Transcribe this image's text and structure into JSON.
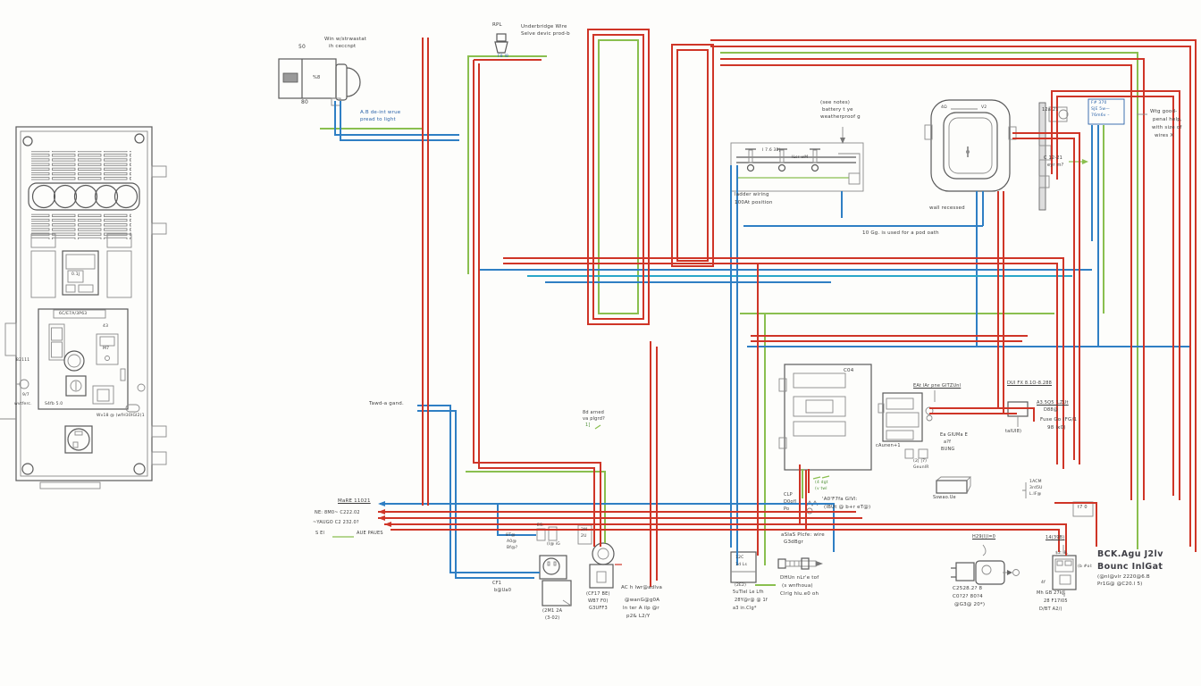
{
  "colors": {
    "bg": "#fdfdfb",
    "wire_red": "#cf3527",
    "wire_blue": "#2f7fc4",
    "wire_teal": "#2aa6c9",
    "wire_green": "#8abf4f",
    "outline": "#5a5a5a",
    "outline_light": "#8a8a8a",
    "label": "#3c3c3c",
    "label_blue": "#2a62a8",
    "label_green": "#4d8f35"
  },
  "panel": {
    "header": "6C/E7A/3P63",
    "breaker": "0.1J",
    "m43": "43",
    "m7": "M7",
    "w2111": "82111",
    "s97": "9/7",
    "wvt": "wvtferc.",
    "s4fb": "S4fb 5.0",
    "bottom_note": "Wv18 @ )wfH30IGI2(1"
  },
  "annotations": {
    "motor_top": "50",
    "motor_bottom": "80",
    "motor_inner": "%8",
    "motor_note_1": "Win w/strwastat",
    "motor_note_2": "ih ceccnpt",
    "ab_note_1": "A.B de-int wrue",
    "ab_note_2": "pread to light",
    "rpl": "RPL",
    "rpl_tag": "F8 I8",
    "underbridge_1": "Underbridge Wire",
    "underbridge_2": "Selve devic prod-b",
    "see_notes_1": "(see notes)",
    "see_notes_2": "battery t ye",
    "see_notes_3": "weatherproof g",
    "terminal_row": "I 7.6 32|",
    "terminal_tag": "lLsr wM",
    "ladder_1": "ladder wiring",
    "ladder_2": "100At position",
    "inlet_left": "4Ω",
    "inlet_right": "V2",
    "wall_recessed": "wall recessed",
    "bus_note": "10 Gg. is used for a pod oath",
    "f370_1": "F# 370",
    "f370_2": "SJE 5w—",
    "f370_3": "76m6v –",
    "v1221": "12a 21",
    "c1221_1": "C 12-21",
    "c1221_2": "eyr m?",
    "right_note_1": "Wtg good-",
    "right_note_2": "penal help,",
    "right_note_3": "with size of",
    "right_note_4": "wires X",
    "tawda": "Tawd-a gand.",
    "arned_1": "8d arned",
    "arned_2": "va plgrd?",
    "arned_3": "1]",
    "more": "MaRE 11021",
    "bus_l1": "NE: 8M0~ C222.02",
    "bus_l2": "~YAUGO C2 232.0?",
    "bus_l3": "S El",
    "aue": "AUE PAUES",
    "gta_1": "8T@",
    "gta_2": "A0@",
    "gta_3": "Bf@?",
    "cf1_1": "CF1",
    "cf1_2": "b@Ua0",
    "cm12a_1": "(2M1 2A",
    "cm12a_2": "(3-02)",
    "cf17_1": "(CF17 BE)",
    "cf17_2": "WB7 F0)",
    "cf17_3": "G3UFF3",
    "ac_1": "AC h lwr@adlva",
    "ac_2": "@wanG@g0A",
    "ac_3": "ln ter A ilp @r",
    "ac_4": "p2& L2/Y",
    "es_1": "ES:",
    "es_2": "(I@ iG",
    "m2u_1": "2M",
    "m2u_2": "2U",
    "c04": "C04",
    "c04_wire_1": "(4 dgt",
    "c04_wire_2": "(v twl",
    "eat_lar": "EAt lAr pne GlTZUnl",
    "caunen": "cAunen+1",
    "c27": "(2| |7)",
    "geunir": "GeunlR",
    "dui_fx": "DUI FX 8.1O-8.288",
    "a35_1": "A3.5Q5 'LZUt",
    "a35_2": "D88@",
    "fuse_1": "Fuse Go (FG/1",
    "fuse_2": "98 Ix0)",
    "ea_giuma_1": "Ea GIUMa E",
    "ea_giuma_2": "a?f",
    "ea_giuma_3": "BUNG",
    "taiui": "taIUI8)",
    "sswao": "Sswao.Ue",
    "iacm_1": "1ACM",
    "iacm_2": "3rd5U",
    "iacm_3": "L.IF@",
    "t70": "t7 0",
    "h29": "H29(I)l=0",
    "b1439": "14(39B)",
    "c2528_1": "C2528.2? 8",
    "c2528_2": "C0?2? 80?4",
    "c2528_3": "@G3@ 20*)",
    "ff44": "4f",
    "panel_lbl_1": "$2: 8,",
    "panel_lbl_2": "(b #ol:",
    "mh_1": "Mh GB 27kJ,",
    "mh_2": "28 F17l05",
    "mh_3": "D/BT A2/)",
    "bck_1": "BCK.Agu J2lv",
    "bck_2": "Bounc InlGat",
    "bck_3": "(@nl@vlr 2220@6.B",
    "bck_4": "Pr1G@ @C20.l 5)",
    "clp_1": "CLP",
    "clp_2": "D0ofl",
    "clp_3": "Po",
    "a0f7_1": "'A0'F7fa GlVl:",
    "a0f7_2": "(lBUt @ b+r eT@)",
    "asias_1": "aSIaS Plcfe: wire",
    "asias_2": "G3dBgr",
    "dhun_1": "DHUn nLr'e tof",
    "dhun_2": "(s wnfhoua)",
    "dhun_3": "Clrlg hlu.e0 oh",
    "i2c_1": "12C",
    "i2c_2": "1d Ls",
    "i2c_3": "(2E2)",
    "sutel_1": "5uTIeI Le Lfh",
    "sutel_2": "28Y@r@ @ 1f",
    "sutel_3": "a3 in.Clg*"
  }
}
